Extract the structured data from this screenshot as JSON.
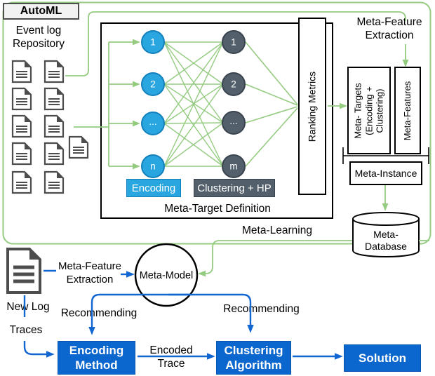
{
  "colors": {
    "connector_green": "#94cb80",
    "node_blue": "#29a5e0",
    "node_dark": "#53606c",
    "action_blue": "#0b66ce",
    "arrow_blue": "#1266d1"
  },
  "automl_label": "AutoML",
  "repository": {
    "label": "Event log\nRepository"
  },
  "network": {
    "title": "Meta-Target Definition",
    "encoding_tag": "Encoding",
    "clustering_tag": "Clustering + HP",
    "ranking": "Ranking Metrics",
    "left_nodes": [
      "1",
      "2",
      "...",
      "n"
    ],
    "right_nodes": [
      "1",
      "2",
      "...",
      "m"
    ]
  },
  "meta": {
    "feature_extraction": "Meta-Feature\nExtraction",
    "targets": "Meta- Targets\n(Encoding +\nClustering)",
    "features": "Meta-Features",
    "instance": "Meta-Instance",
    "database": "Meta-\nDatabase",
    "learning": "Meta-Learning"
  },
  "online": {
    "new_log": "New Log",
    "traces": "Traces",
    "feature_extraction": "Meta-Feature\nExtraction",
    "model": "Meta-Model",
    "recommending_left": "Recommending",
    "recommending_right": "Recommending",
    "encoding_method": "Encoding\nMethod",
    "encoded_trace": "Encoded\nTrace",
    "clustering_algorithm": "Clustering\nAlgorithm",
    "solution": "Solution"
  }
}
